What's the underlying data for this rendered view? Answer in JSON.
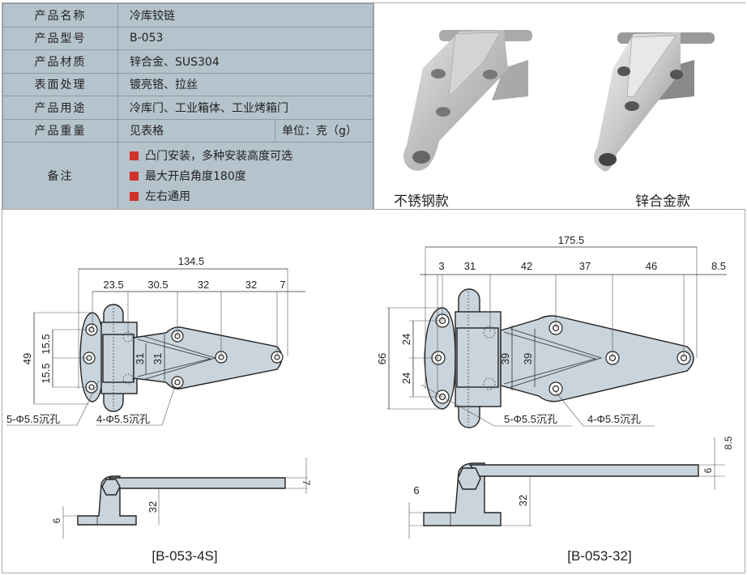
{
  "spec_table": {
    "rows": [
      {
        "label": "产品名称",
        "value": "冷库铰链"
      },
      {
        "label": "产品型号",
        "value": "B-053"
      },
      {
        "label": "产品材质",
        "value": "锌合金、SUS304"
      },
      {
        "label": "表面处理",
        "value": "镀亮铬、拉丝"
      },
      {
        "label": "产品用途",
        "value": "冷库门、工业箱体、工业烤箱门"
      },
      {
        "label": "产品重量",
        "value": "见表格",
        "unit": "单位：克（g）"
      }
    ],
    "notes_label": "备注",
    "notes": [
      "凸门安装，多种安装高度可选",
      "最大开启角度180度",
      "左右通用"
    ],
    "bullet_color": "#d0322b"
  },
  "photos": {
    "stainless_caption": "不锈钢款",
    "zinc_caption": "锌合金款"
  },
  "drawing_4s": {
    "overall": "134.5",
    "segments": [
      "23.5",
      "30.5",
      "32",
      "32",
      "7"
    ],
    "height": "49",
    "pitch_1": "15.5",
    "pitch_2": "15.5",
    "inner_1": "31",
    "inner_2": "31",
    "holes_left": "5-Φ5.5沉孔",
    "holes_right": "4-Φ5.5沉孔",
    "side_thickness": "7",
    "side_height": "32",
    "side_base": "6",
    "model": "[B-053-4S]"
  },
  "drawing_32": {
    "overall": "175.5",
    "segments": [
      "3",
      "31",
      "42",
      "37",
      "46",
      "8.5"
    ],
    "height": "66",
    "pitch_1": "24",
    "pitch_2": "24",
    "inner_1": "39",
    "inner_2": "39",
    "holes_left": "5-Φ5.5沉孔",
    "holes_right": "4-Φ5.5沉孔",
    "side_thickness": "6",
    "side_offset": "8.5",
    "side_height": "32",
    "side_base": "6",
    "model": "[B-053-32]"
  }
}
